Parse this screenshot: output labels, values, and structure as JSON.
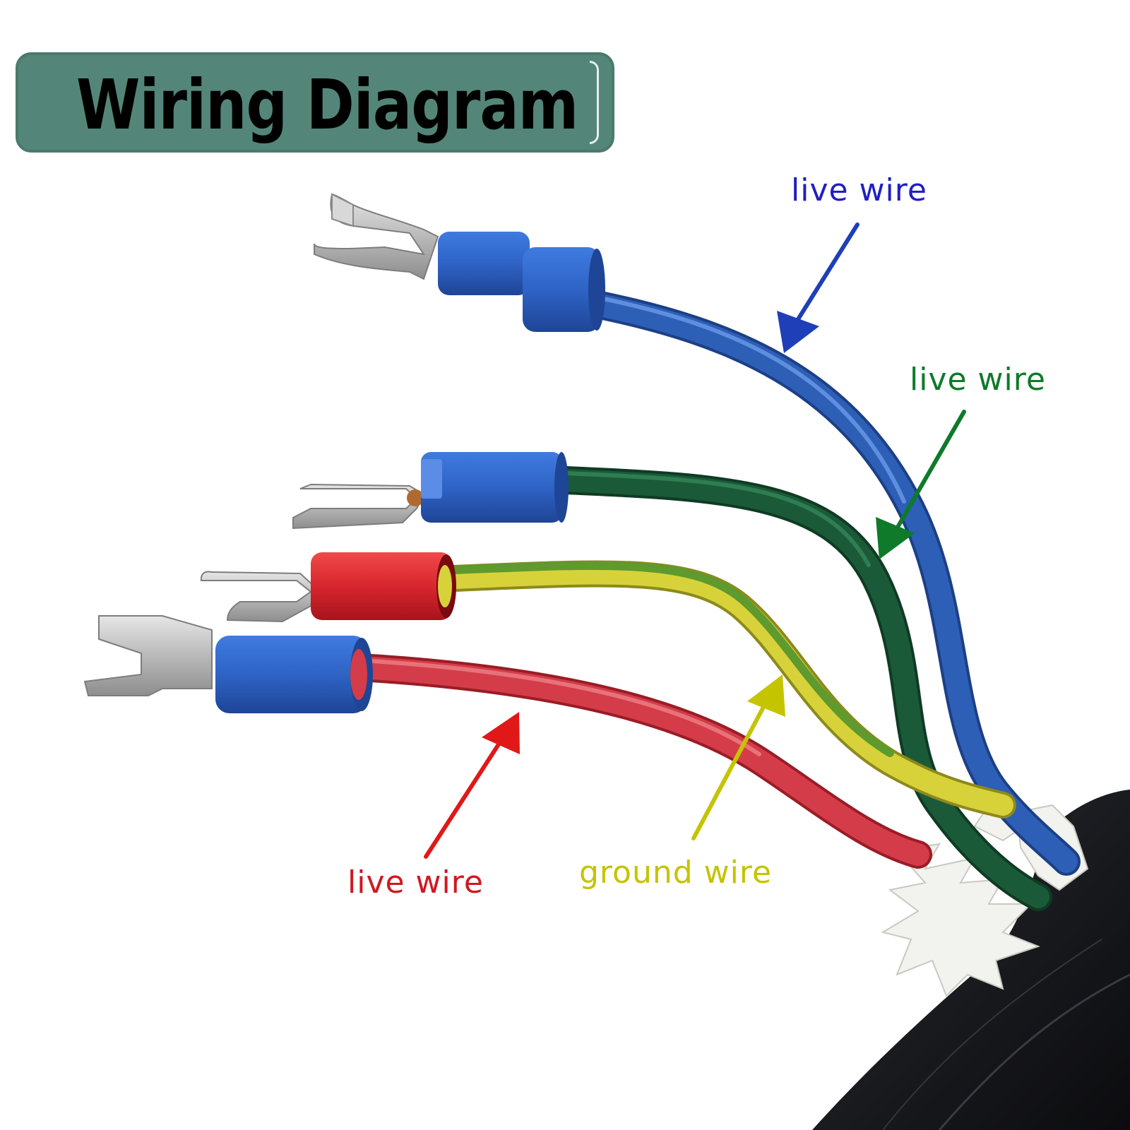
{
  "title": "Wiring Diagram",
  "labels": {
    "blue_live": {
      "text": "live wire",
      "color": "#1f1fc4"
    },
    "green_live": {
      "text": "live wire",
      "color": "#0e7a2a"
    },
    "red_live": {
      "text": "live wire",
      "color": "#d01820"
    },
    "ground": {
      "text": "ground wire",
      "color": "#c4c400"
    }
  },
  "colors": {
    "title_box": "#538678",
    "blue_wire": "#2e5fb6",
    "green_wire": "#1b5a38",
    "red_wire": "#d33c48",
    "yellow_green_wire": "#d8d23a",
    "insulator_blue": "#2f63c6",
    "insulator_red": "#d8262e",
    "cable_jacket": "#1c1d21"
  }
}
